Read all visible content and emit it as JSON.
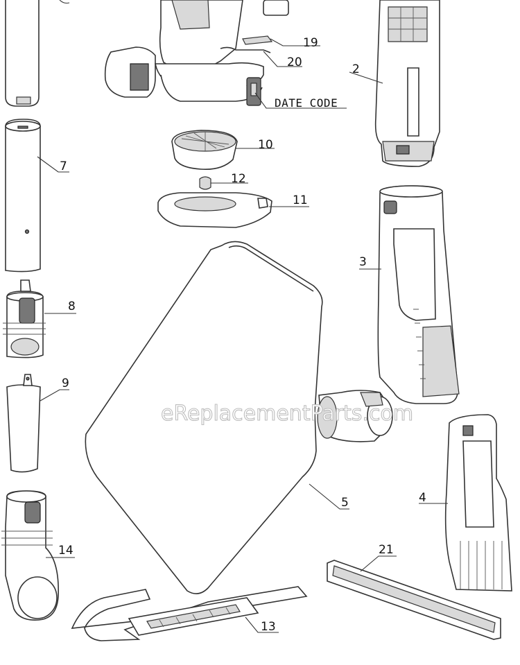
{
  "watermark": "eReplacementParts.com",
  "callouts": {
    "p2": "2",
    "p3": "3",
    "p4": "4",
    "p5": "5",
    "p7": "7",
    "p8": "8",
    "p9": "9",
    "p10": "10",
    "p11": "11",
    "p12": "12",
    "p13": "13",
    "p14": "14",
    "p19": "19",
    "p20": "20",
    "p21": "21",
    "date_code": "DATE CODE"
  }
}
